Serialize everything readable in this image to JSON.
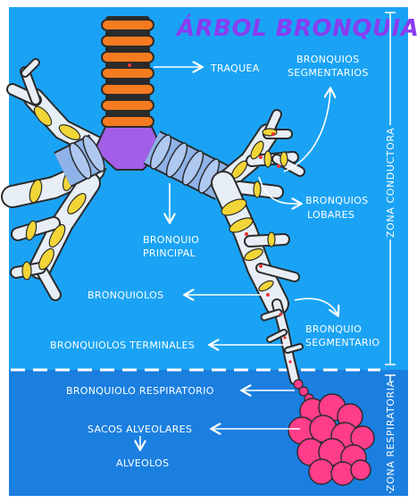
{
  "title": "ÁRBOL BRONQUIAL",
  "labels": {
    "traquea": "TRAQUEA",
    "bronquios_segmentarios_1": "BRONQUIOS",
    "bronquios_segmentarios_2": "SEGMENTARIOS",
    "bronquios_lobares_1": "BRONQUIOS",
    "bronquios_lobares_2": "LOBARES",
    "bronquio_principal_1": "BRONQUIO",
    "bronquio_principal_2": "PRINCIPAL",
    "bronquiolos": "BRONQUIOLOS",
    "bronquio_segmentario_1": "BRONQUIO",
    "bronquio_segmentario_2": "SEGMENTARIO",
    "bronquiolos_terminales": "BRONQUIOLOS TERMINALES",
    "bronquiolo_respiratorio": "BRONQUIOLO RESPIRATORIO",
    "sacos_alveolares": "SACOS ALVEOLARES",
    "alveolos": "ALVEOLOS"
  },
  "zones": {
    "conductora": "ZONA CONDUCTORA",
    "respiratoria": "ZONA RESPIRATORIA"
  },
  "colors": {
    "background_top": "#1aa3f5",
    "background_bottom": "#1b7fe0",
    "trachea": "#f47b20",
    "carina": "#a35ee8",
    "bronchus": "#8fb3e8",
    "cartilage": "#f2d537",
    "bronchiole": "#e8eef6",
    "alveoli": "#ff3d8b",
    "title": "#8a3cf0"
  }
}
